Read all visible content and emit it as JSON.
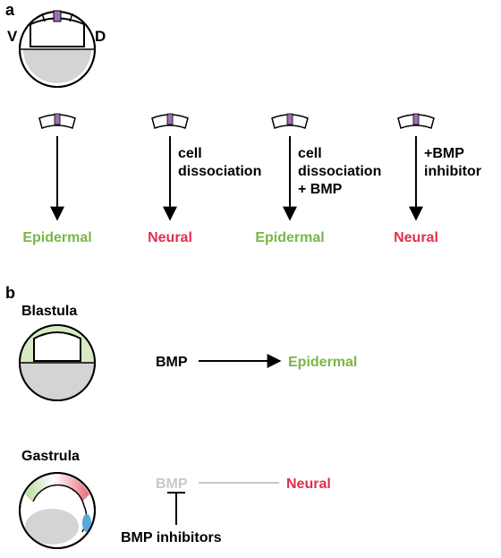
{
  "panel_a": {
    "label": "a",
    "axis_ventral": "V",
    "axis_dorsal": "D",
    "experiments": [
      {
        "treatment": "",
        "result": "Epidermal",
        "result_color": "#7ab648"
      },
      {
        "treatment": "cell\ndissociation",
        "result": "Neural",
        "result_color": "#e0304e"
      },
      {
        "treatment": "cell\ndissociation\n+ BMP",
        "result": "Epidermal",
        "result_color": "#7ab648"
      },
      {
        "treatment": "+BMP\ninhibitor",
        "result": "Neural",
        "result_color": "#e0304e"
      }
    ]
  },
  "panel_b": {
    "label": "b",
    "blastula": {
      "title": "Blastula",
      "signal": "BMP",
      "result": "Epidermal",
      "result_color": "#7ab648"
    },
    "gastrula": {
      "title": "Gastrula",
      "signal": "BMP",
      "signal_color": "#c8c8c8",
      "result": "Neural",
      "result_color": "#e0304e",
      "inhibitor": "BMP inhibitors"
    }
  },
  "colors": {
    "epidermal_green": "#7ab648",
    "neural_red": "#e0304e",
    "yolk_gray": "#d4d4d4",
    "animal_cap_purple": "#9b6fb0",
    "organizer_blue": "#5aa7d9",
    "blastula_green": "#d8eac4"
  }
}
